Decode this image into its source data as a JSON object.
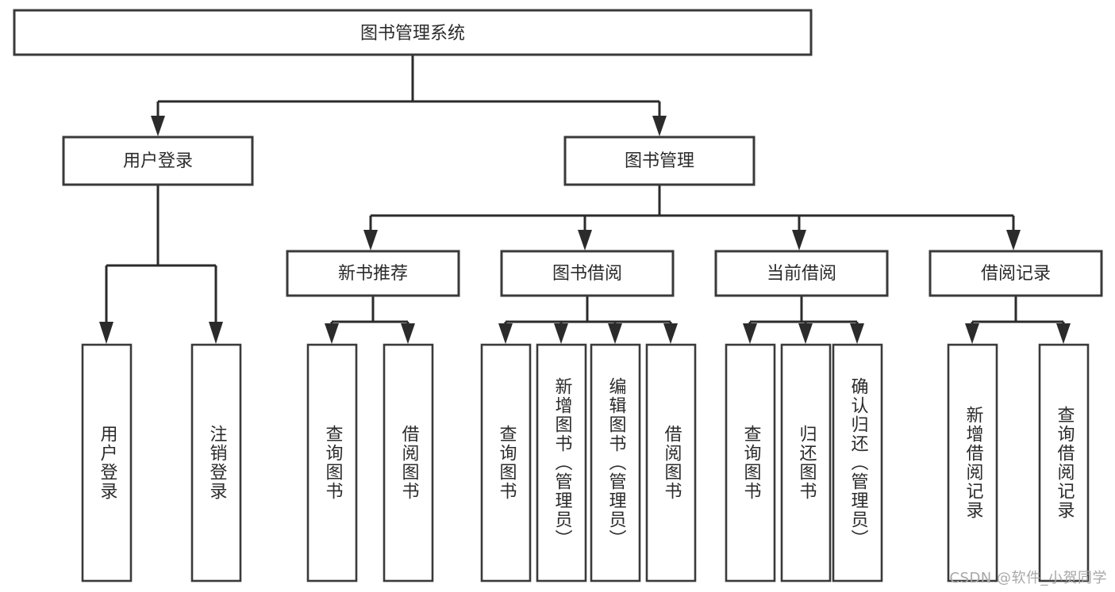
{
  "diagram": {
    "type": "hierarchy-tree",
    "title": "图书管理系统",
    "orientation": "top-down",
    "root": {
      "id": "root",
      "label": "图书管理系统"
    },
    "level2": [
      {
        "id": "user-login",
        "label": "用户登录"
      },
      {
        "id": "book-manage",
        "label": "图书管理"
      }
    ],
    "level3": [
      {
        "id": "new-book-recommend",
        "label": "新书推荐",
        "parent": "book-manage"
      },
      {
        "id": "book-borrow",
        "label": "图书借阅",
        "parent": "book-manage"
      },
      {
        "id": "current-borrow",
        "label": "当前借阅",
        "parent": "book-manage"
      },
      {
        "id": "borrow-record",
        "label": "借阅记录",
        "parent": "book-manage"
      }
    ],
    "leaves": {
      "user_login": [
        {
          "id": "leaf-user-login",
          "label": "用户登录"
        },
        {
          "id": "leaf-user-logout",
          "label": "注销登录"
        }
      ],
      "new_book_recommend": [
        {
          "id": "leaf-query-book-1",
          "label": "查询图书"
        },
        {
          "id": "leaf-borrow-book-1",
          "label": "借阅图书"
        }
      ],
      "book_borrow": [
        {
          "id": "leaf-query-book-2",
          "label": "查询图书"
        },
        {
          "id": "leaf-add-book",
          "label": "新增图书（管理员）"
        },
        {
          "id": "leaf-edit-book",
          "label": "编辑图书（管理员）"
        },
        {
          "id": "leaf-borrow-book-2",
          "label": "借阅图书"
        }
      ],
      "current_borrow": [
        {
          "id": "leaf-query-book-3",
          "label": "查询图书"
        },
        {
          "id": "leaf-return-book",
          "label": "归还图书"
        },
        {
          "id": "leaf-confirm-return",
          "label": "确认归还（管理员）"
        }
      ],
      "borrow_record": [
        {
          "id": "leaf-add-record",
          "label": "新增借阅记录"
        },
        {
          "id": "leaf-query-record",
          "label": "查询借阅记录"
        }
      ]
    },
    "colors": {
      "box_stroke": "#3a3a3a",
      "connector": "#2b2b2b",
      "text": "#2b2b2b",
      "background": "#ffffff",
      "watermark": "#a8a8a8"
    }
  },
  "watermark": {
    "text": "CSDN @软件_小贺同学"
  }
}
